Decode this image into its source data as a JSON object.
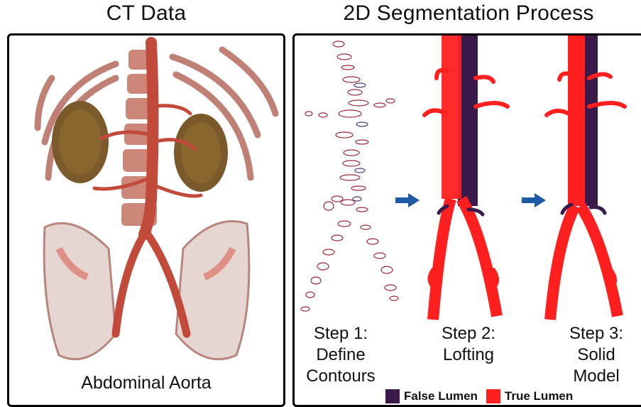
{
  "titles": {
    "left": "CT Data",
    "right": "2D Segmentation Process"
  },
  "left_panel": {
    "caption": "Abdominal Aorta"
  },
  "steps": [
    {
      "line1": "Step 1:",
      "line2": "Define",
      "line3": "Contours"
    },
    {
      "line1": "Step 2:",
      "line2": "Lofting",
      "line3": ""
    },
    {
      "line1": "Step 3:",
      "line2": "Solid",
      "line3": "Model"
    }
  ],
  "legend": [
    {
      "label": "False Lumen",
      "color": "#3a1a4a"
    },
    {
      "label": "True Lumen",
      "color": "#ff1f1f"
    }
  ],
  "colors": {
    "true_lumen": "#ff1f1f",
    "false_lumen": "#3a1a4a",
    "arrow": "#1f5aa6",
    "contour": "#9b2a3a"
  }
}
